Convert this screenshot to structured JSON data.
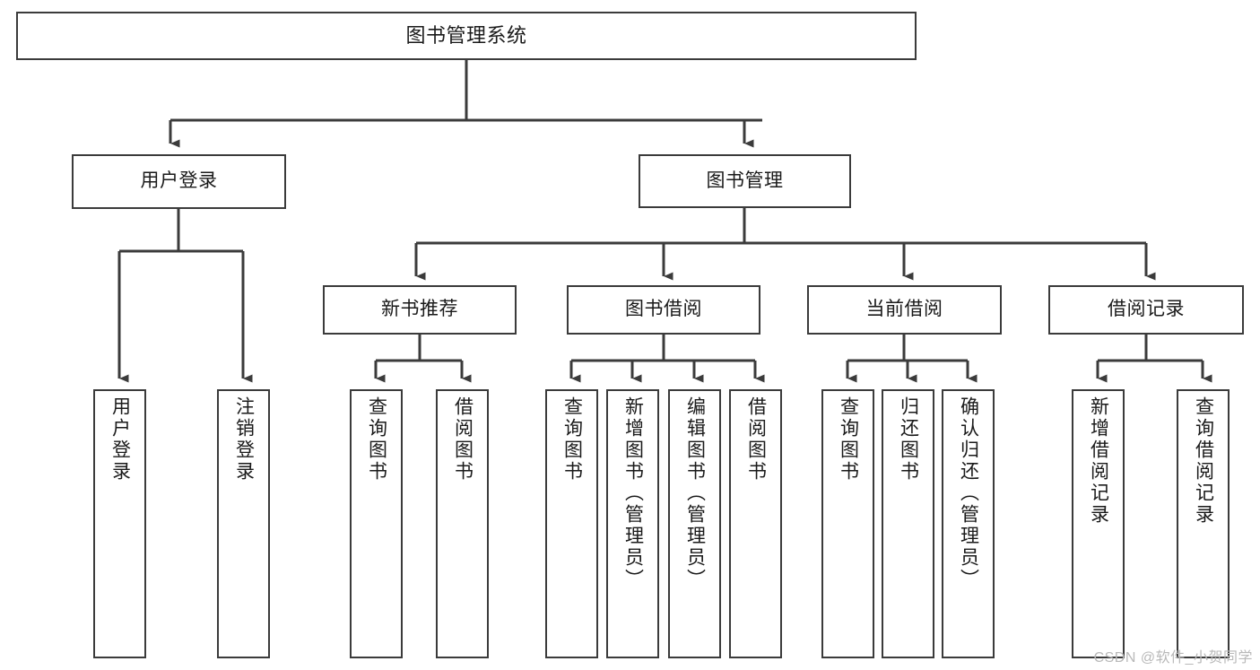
{
  "diagram": {
    "title": "图书管理系统",
    "type": "tree",
    "watermark": "CSDN @软件_小贺同学",
    "colors": {
      "stroke": "#3b3b3b",
      "fill": "#ffffff",
      "text": "#1a1a1a",
      "watermark": "#b9b9b9"
    },
    "root": {
      "label": "图书管理系统"
    },
    "level2": [
      {
        "label": "用户登录"
      },
      {
        "label": "图书管理"
      }
    ],
    "level3": [
      {
        "label": "新书推荐"
      },
      {
        "label": "图书借阅"
      },
      {
        "label": "当前借阅"
      },
      {
        "label": "借阅记录"
      }
    ],
    "leaves": {
      "user_login": [
        {
          "label": "用户登录"
        },
        {
          "label": "注销登录"
        }
      ],
      "new_book_recommend": [
        {
          "label": "查询图书"
        },
        {
          "label": "借阅图书"
        }
      ],
      "book_borrow": [
        {
          "label": "查询图书"
        },
        {
          "label": "新增图书（管理员）"
        },
        {
          "label": "编辑图书（管理员）"
        },
        {
          "label": "借阅图书"
        }
      ],
      "current_borrow": [
        {
          "label": "查询图书"
        },
        {
          "label": "归还图书"
        },
        {
          "label": "确认归还（管理员）"
        }
      ],
      "borrow_records": [
        {
          "label": "新增借阅记录"
        },
        {
          "label": "查询借阅记录"
        }
      ]
    }
  }
}
